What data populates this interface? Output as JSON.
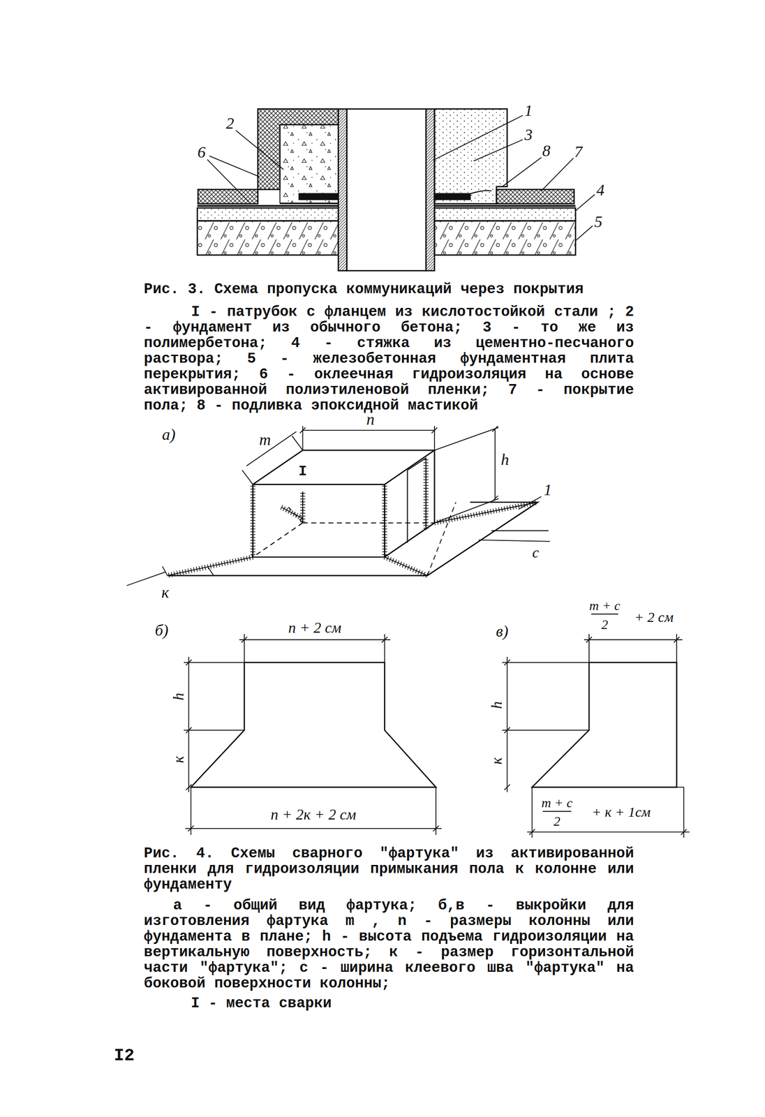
{
  "diagram": {
    "labels": [
      "2",
      "6",
      "1",
      "3",
      "8",
      "7",
      "4",
      "5",
      "Рис. 3. Схема пропуска коммуникаций через покрытия",
      "I - патрубок с фланцем из кислотостойкой стали ; 2 - фундамент из обычного бетона; 3 - то же из полимербетона; 4 - стяжка из цементно-песчаного раствора; 5 - железобетонная фундаментная плита перекрытия; 6 - оклеечная гидроизоляция на основе активированной полиэтиленовой пленки; 7 - покрытие пола; 8 - подливка эпоксидной мастикой",
      "а)",
      "m",
      "n",
      "h",
      "I",
      "1",
      "c",
      "к",
      "б)",
      "n + 2 см",
      "h",
      "к",
      "n + 2к + 2 см",
      "в)",
      "m + c",
      "2",
      "+ 2 см",
      "h",
      "к",
      "m + c",
      "2",
      "+ к + 1см",
      "Рис. 4. Схемы сварного \"фартука\" из активированной пленки для гидроизоляции примыкания пола к колонне или фундаменту",
      "а - общий вид фартука; б,в - выкройки для изготовления фартука m , n - размеры колонны или фундамента в плане; h - высота подъема гидроизоляции на вертикальную поверхность; к - размер горизонтальной части \"фартука\"; с - ширина клеевого шва \"фартука\" на боковой поверхности колонны;",
      "I - места сварки",
      "I2"
    ]
  }
}
